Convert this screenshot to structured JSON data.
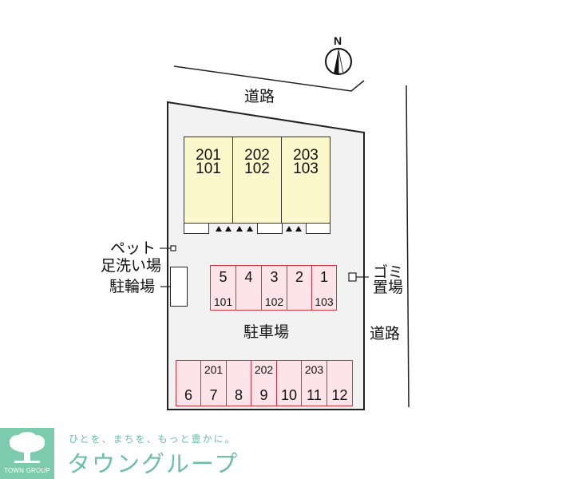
{
  "compass": {
    "label": "N"
  },
  "roads": {
    "north": {
      "label": "道路"
    },
    "east": {
      "label": "道路"
    }
  },
  "building": {
    "units": [
      {
        "upper": "201",
        "lower": "101"
      },
      {
        "upper": "202",
        "lower": "102"
      },
      {
        "upper": "203",
        "lower": "103"
      }
    ]
  },
  "facilities": {
    "pet_wash": {
      "label_line1": "ペット",
      "label_line2": "足洗い場"
    },
    "bicycle_parking": {
      "label": "駐輪場"
    },
    "garbage": {
      "label_line1": "ゴミ",
      "label_line2": "置場"
    },
    "parking_lot": {
      "label": "駐車場"
    }
  },
  "parking_row_upper": [
    {
      "number": "5",
      "room": "101"
    },
    {
      "number": "4",
      "room": ""
    },
    {
      "number": "3",
      "room": "102"
    },
    {
      "number": "2",
      "room": ""
    },
    {
      "number": "1",
      "room": "103"
    }
  ],
  "parking_row_lower": [
    {
      "number": "6",
      "room": ""
    },
    {
      "number": "7",
      "room": "201"
    },
    {
      "number": "8",
      "room": ""
    },
    {
      "number": "9",
      "room": "202"
    },
    {
      "number": "10",
      "room": ""
    },
    {
      "number": "11",
      "room": "203"
    },
    {
      "number": "12",
      "room": ""
    }
  ],
  "footer": {
    "logo_text": "TOWN GROUP",
    "slogan": "ひとを、まちを、もっと豊かに。",
    "brand": "タウングループ"
  },
  "colors": {
    "lot_fill": "#f2f2f2",
    "unit_fill": "#fbf8cc",
    "parking_fill": "#fde4ea",
    "parking_border": "#d9323f",
    "brand_green": "#7ccbae"
  }
}
